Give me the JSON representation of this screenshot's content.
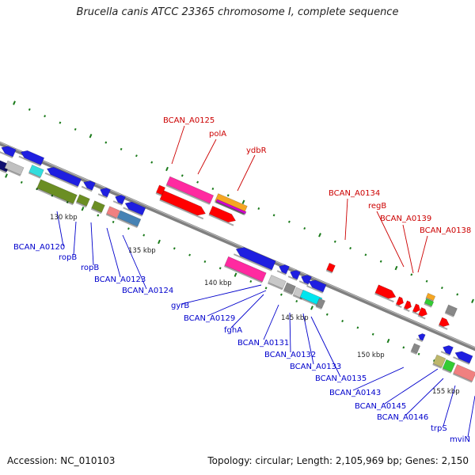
{
  "title": "Brucella canis ATCC 23365 chromosome I, complete sequence",
  "footer": {
    "accession": "Accession: NC_010103",
    "summary": "Topology: circular; Length: 2,105,969 bp; Genes: 2,150"
  },
  "colors": {
    "forward_label": "#cc0000",
    "reverse_label": "#0000cc",
    "backbone": "#7f7f7f",
    "tick": "#1a7a1a"
  },
  "ticks": [
    "130 kbp",
    "135 kbp",
    "140 kbp",
    "145 kbp",
    "150 kbp",
    "155 kbp"
  ],
  "forward_labels": [
    "BCAN_A0125",
    "polA",
    "ydbR",
    "BCAN_A0134",
    "regB",
    "BCAN_A0139",
    "BCAN_A0138"
  ],
  "reverse_labels": [
    "BCAN_A0120",
    "ropB",
    "ropB",
    "BCAN_A0123",
    "BCAN_A0124",
    "gyrB",
    "BCAN_A0129",
    "fghA",
    "BCAN_A0131",
    "BCAN_A0132",
    "BCAN_A0133",
    "BCAN_A0135",
    "BCAN_A0143",
    "BCAN_A0145",
    "BCAN_A0146",
    "trpS",
    "mviN"
  ]
}
